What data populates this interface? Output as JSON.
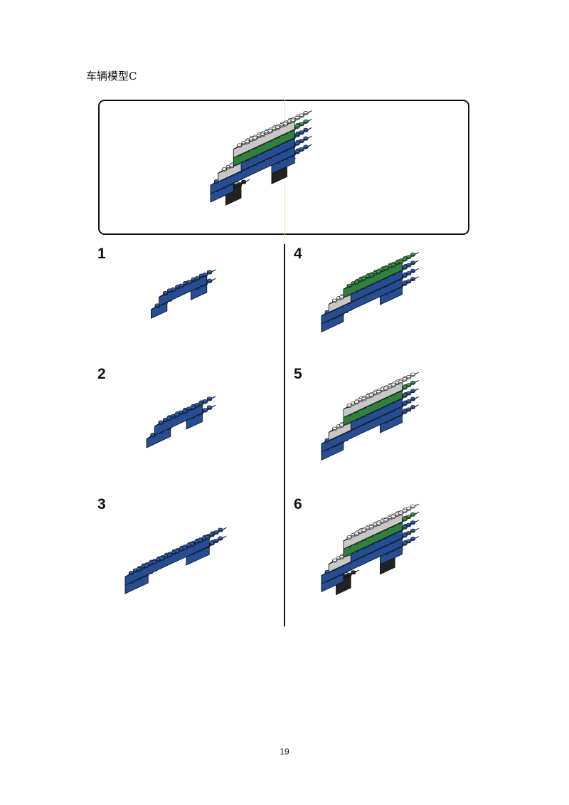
{
  "page": {
    "title": "车辆模型C",
    "page_number": "19"
  },
  "colors": {
    "blue": "#2f5fb4",
    "green": "#3a9c4c",
    "white": "#f4f4f4",
    "black": "#2a2a2a",
    "outline": "#111111"
  },
  "steps": [
    {
      "number": "1"
    },
    {
      "number": "2"
    },
    {
      "number": "3"
    },
    {
      "number": "4"
    },
    {
      "number": "5"
    },
    {
      "number": "6"
    }
  ]
}
